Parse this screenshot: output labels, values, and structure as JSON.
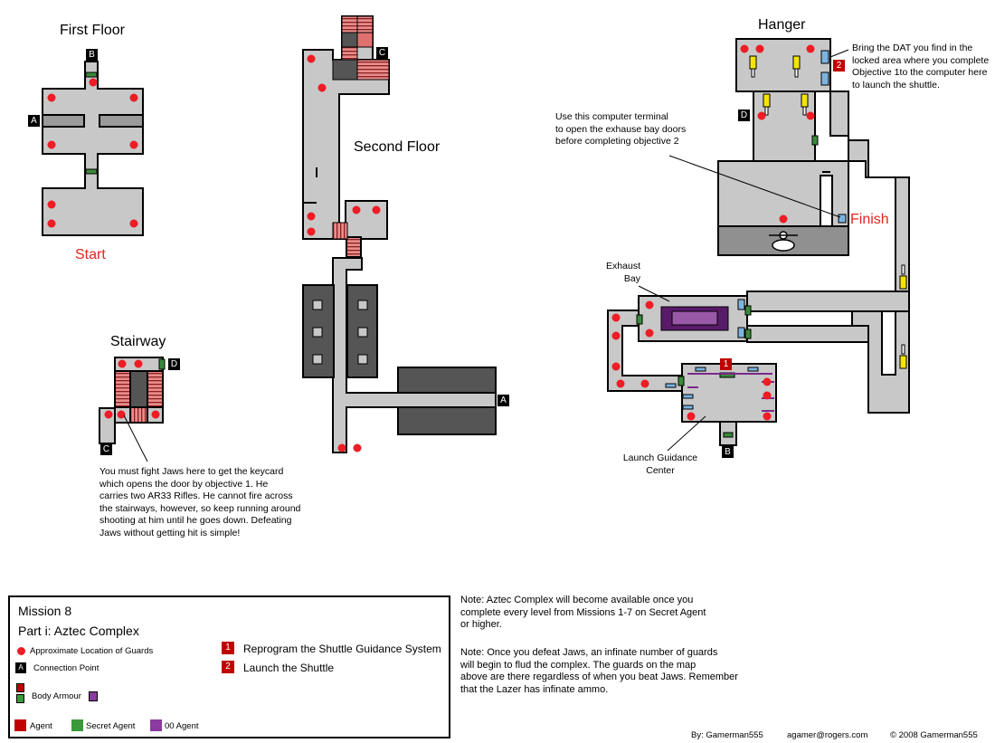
{
  "map": {
    "labels": {
      "first_floor": "First Floor",
      "second_floor": "Second Floor",
      "hanger": "Hanger",
      "stairway": "Stairway",
      "start": "Start",
      "finish": "Finish",
      "exhaust_bay": [
        "Exhaust",
        "Bay"
      ],
      "launch_guidance": [
        "Launch Guidance",
        "Center"
      ]
    },
    "connection_points": [
      "A",
      "B",
      "C",
      "D"
    ],
    "objective_markers": [
      "1",
      "2"
    ],
    "notes": {
      "bring_dat": [
        "Bring the DAT you find in the",
        "locked area where you complete",
        "Objective 1to the computer here",
        "to launch the shuttle."
      ],
      "terminal": [
        "Use this computer terminal",
        "to open the exhause bay doors",
        "before completing objective 2"
      ],
      "jaws": [
        "You must fight Jaws here to get the keycard",
        "which opens the door by objective 1.  He",
        "carries two AR33 Rifles. He cannot fire across",
        "the stairways, however, so keep running around",
        "shooting at him until he goes down. Defeating",
        "Jaws without getting hit is simple!"
      ]
    },
    "colors": {
      "floor": "#c8c8c8",
      "wall": "#000000",
      "dark_room": "#555555",
      "guard": "#ee1c24",
      "start_finish": "#e52420",
      "stairs": "#e88888",
      "door": "#3a8a3a",
      "computer": "#7bb4e0",
      "armour_yellow": "#f5e400",
      "purple": "#7b2a8a"
    }
  },
  "legend": {
    "title": "Mission 8",
    "subtitle": "Part i: Aztec Complex",
    "guards": "Approximate Location of Guards",
    "connection": "Connection Point",
    "connection_symbol": "A",
    "body_armour": "Body Armour",
    "objective_1_num": "1",
    "objective_1": "Reprogram the Shuttle Guidance System",
    "objective_2_num": "2",
    "objective_2": "Launch the Shuttle",
    "difficulty": [
      "Agent",
      "Secret Agent",
      "00 Agent"
    ],
    "difficulty_colors": [
      "#c00000",
      "#3a9a3a",
      "#8a3aa0"
    ]
  },
  "notes": {
    "availability": [
      "Note: Aztec Complex will become available once you",
      "complete every level from Missions 1-7 on Secret Agent",
      "or higher."
    ],
    "jaws_note": [
      "Note: Once you defeat Jaws, an infinate number of guards",
      "will begin to flud the complex. The guards on the map",
      "above are there regardless of when you beat Jaws. Remember",
      "that the Lazer has infinate ammo."
    ]
  },
  "credits": {
    "author": "By: Gamerman555",
    "email": "agamer@rogers.com",
    "copyright": "© 2008  Gamerman555"
  }
}
